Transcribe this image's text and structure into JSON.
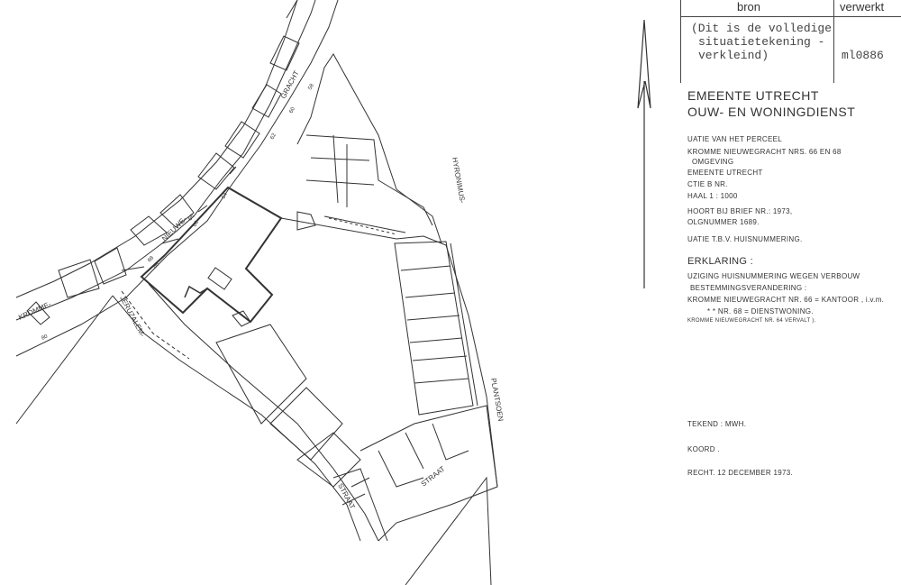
{
  "table": {
    "col_source": "bron",
    "col_processed": "verwerkt",
    "source_text": [
      "(Dit is de volledige",
      "situatietekening -",
      "verkleind)"
    ],
    "processed_value": "ml0886"
  },
  "title_block": {
    "org_line1": "EMEENTE UTRECHT",
    "org_line2": "OUW- EN WONINGDIENST",
    "lines": [
      "UATIE    VAN  HET    PERCEEL",
      "KROMME  NIEUWEGRACHT  NRS. 66  EN 68",
      "OMGEVING",
      "EMEENTE       UTRECHT",
      "CTIE      B              NR.",
      "HAAL     1 : 1000",
      "HOORT BIJ BRIEF NR.:                       1973,",
      "OLGNUMMER  1689.",
      "UATIE  T.B.V.  HUISNUMMERING."
    ],
    "legend_heading": "ERKLARING :",
    "legend_lines": [
      "UZIGING HUISNUMMERING WEGEN VERBOUW",
      "BESTEMMINGSVERANDERING :",
      "KROMME  NIEUWEGRACHT   NR. 66 = KANTOOR , i.v.m.",
      "*                              *                  NR. 68 = DIENSTWONING.",
      "KROMME NIEUWEGRACHT NR. 64 VERVALT )."
    ],
    "drawn_by": "TEKEND :   MWH.",
    "approved": "KOORD .",
    "date_place": "RECHT.  12    DECEMBER          1973."
  },
  "map_labels": {
    "street_kromme": "KROMME-",
    "street_nieuwe": "NIEUWE-",
    "street_gracht": "GRACHT",
    "street_jeruzalem": "JERUZALEM-",
    "street_hyronimus": "HYRONIMUS-",
    "street_plantsoen": "PLANTSOEN",
    "street_straat1": "STRAAT",
    "street_straat2": "STRAAT",
    "num_80": "80",
    "num_58": "58",
    "num_60": "60",
    "num_62": "62",
    "num_64": "64",
    "num_66a": "66",
    "num_66b": "66",
    "num_68": "68",
    "num_66c": "66"
  }
}
